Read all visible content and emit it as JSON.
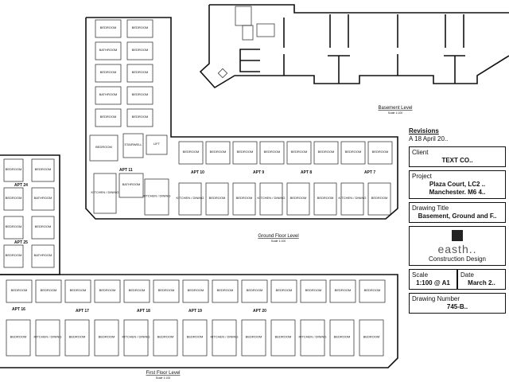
{
  "drawing": {
    "basement": {
      "title": "Basement Level",
      "scale": "Scale 1:100"
    },
    "ground": {
      "title": "Ground Floor Level",
      "scale": "Scale 1:100",
      "apartments": [
        "APT 11",
        "APT 10",
        "APT 9",
        "APT 8",
        "APT 7"
      ]
    },
    "first": {
      "title": "First Floor Level",
      "scale": "Scale 1:100",
      "apartments": [
        "APT 16",
        "APT 17",
        "APT 18",
        "APT 19",
        "APT 20"
      ]
    },
    "left_wing": {
      "apartments": [
        "APT 24",
        "APT 25"
      ]
    },
    "room_labels": {
      "bedroom": "BEDROOM",
      "bathroom": "BATHROOM",
      "kitchen": "KITCHEN / DINING",
      "lift": "LIFT",
      "stairwell": "STAIRWELL"
    }
  },
  "title_block": {
    "revisions_label": "Revisions",
    "revision_entry": "A 18 April 20..",
    "client_label": "Client",
    "client_value": "TEXT CO..",
    "project_label": "Project",
    "project_line1": "Plaza Court, LC2 ..",
    "project_line2": "Manchester. M6 4..",
    "drawing_title_label": "Drawing Title",
    "drawing_title_value": "Basement, Ground and F..",
    "company": "easth..",
    "company_sub": "Construction Design",
    "scale_label": "Scale",
    "scale_value": "1:100 @ A1",
    "date_label": "Date",
    "date_value": "March 2..",
    "drawing_number_label": "Drawing Number",
    "drawing_number_value": "745-B.."
  }
}
